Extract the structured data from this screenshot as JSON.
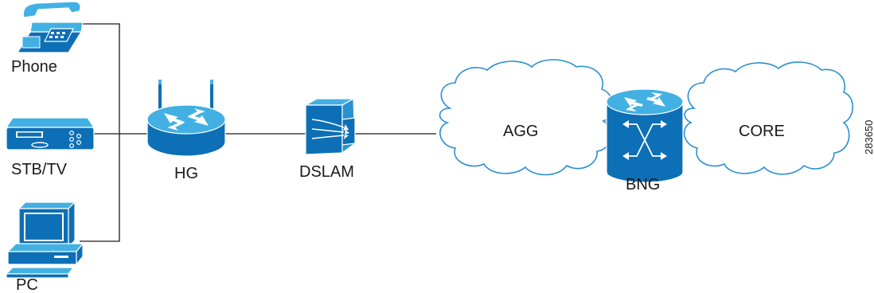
{
  "diagram": {
    "nodes": {
      "phone": {
        "label": "Phone",
        "icon": "phone-icon"
      },
      "stb": {
        "label": "STB/TV",
        "icon": "set-top-box-icon"
      },
      "pc": {
        "label": "PC",
        "icon": "pc-icon"
      },
      "hg": {
        "label": "HG",
        "icon": "wireless-router-icon"
      },
      "dslam": {
        "label": "DSLAM",
        "icon": "dslam-icon"
      },
      "agg": {
        "label": "AGG",
        "icon": "cloud-icon"
      },
      "bng": {
        "label": "BNG",
        "icon": "router-switch-icon"
      },
      "core": {
        "label": "CORE",
        "icon": "cloud-icon"
      }
    },
    "figure_id": "283650",
    "colors": {
      "device_top": "#43b0e3",
      "device_side": "#0d6fb5",
      "cloud_outline": "#2b8fd2",
      "wire": "#1a1a1a"
    }
  }
}
